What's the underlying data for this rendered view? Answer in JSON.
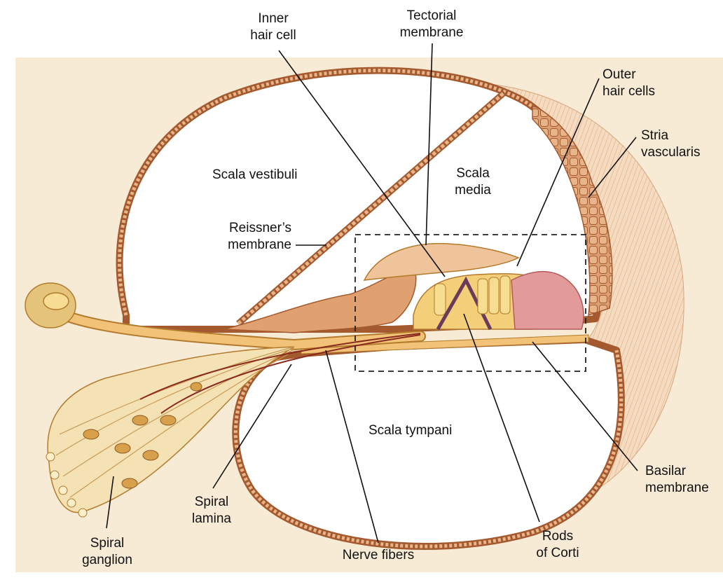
{
  "colors": {
    "background": "#f7ebd6",
    "wall_fill": "#dca074",
    "wall_stroke": "#a45a2e",
    "nerve": "#f1c277",
    "nerve_stroke": "#b37a2c",
    "fiber_red": "#8a2a1f",
    "organ_yellow": "#f3cf7a",
    "outer_pink": "#e39a9a",
    "stria": "#e4a576",
    "leader": "#111111",
    "dash_box": "#222222"
  },
  "labels": {
    "inner_hair_cell": [
      "Inner",
      "hair cell"
    ],
    "tectorial_membrane": [
      "Tectorial",
      "membrane"
    ],
    "outer_hair_cells": [
      "Outer",
      "hair cells"
    ],
    "stria_vascularis": [
      "Stria",
      "vascularis"
    ],
    "scala_vestibuli": "Scala vestibuli",
    "scala_media": [
      "Scala",
      "media"
    ],
    "reissners_membrane": [
      "Reissner’s",
      "membrane"
    ],
    "scala_tympani": "Scala tympani",
    "basilar_membrane": [
      "Basilar",
      "membrane"
    ],
    "spiral_lamina": [
      "Spiral",
      "lamina"
    ],
    "spiral_ganglion": [
      "Spiral",
      "ganglion"
    ],
    "nerve_fibers": "Nerve fibers",
    "rods_of_corti": [
      "Rods",
      "of Corti"
    ]
  }
}
